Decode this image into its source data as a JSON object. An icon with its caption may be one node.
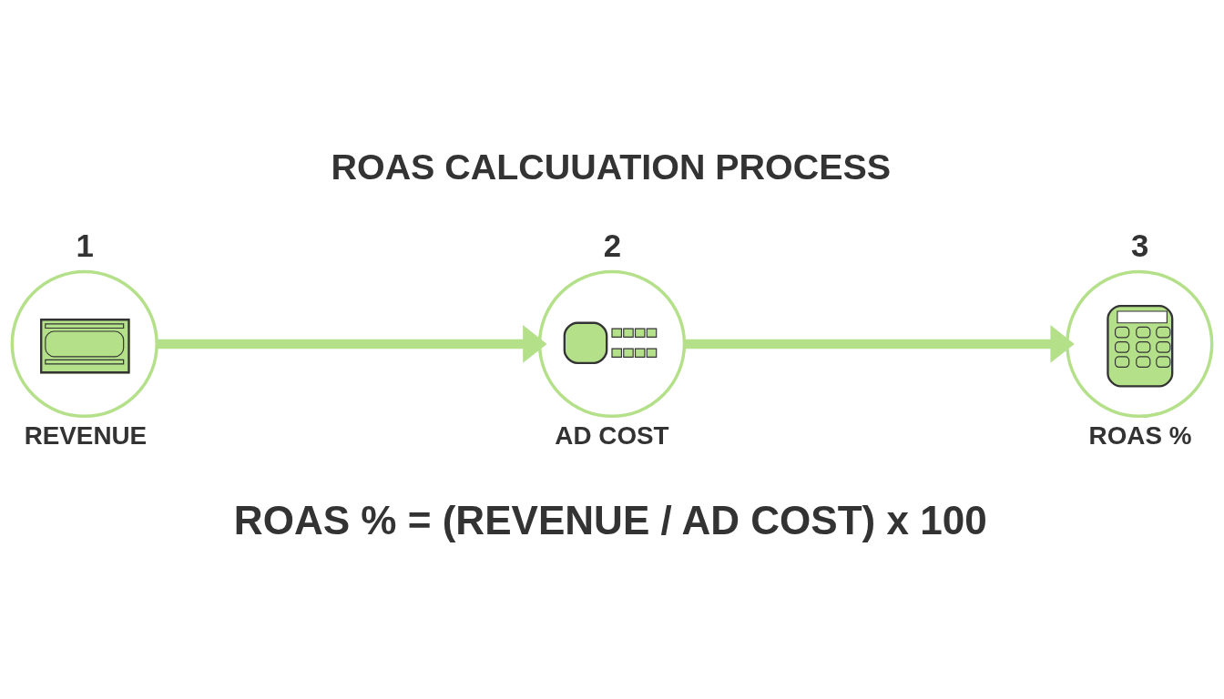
{
  "diagram": {
    "title": "ROAS CALCUUATION PROCESS",
    "nodes": [
      {
        "text": [
          "1",
          "REVENUE"
        ]
      },
      {
        "text": [
          "2",
          "AD COST"
        ]
      },
      {
        "text": [
          "3",
          "ROAS %"
        ]
      }
    ],
    "edges": [
      {
        "from": 0,
        "to": 1,
        "arrow": "to"
      },
      {
        "from": 1,
        "to": 2,
        "arrow": "to"
      }
    ],
    "labels": [
      "ROAS % = (REVENUE / AD COST) x 100"
    ]
  }
}
